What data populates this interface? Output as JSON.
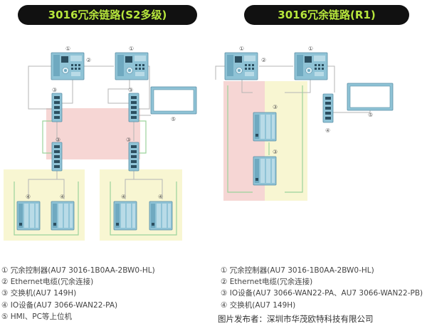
{
  "titles": {
    "left": "3016冗余链路(S2多级)",
    "right": "3016冗余链路(R1)"
  },
  "colors": {
    "title_bg": "#111111",
    "title_text": "#b7e63c",
    "device": "#8fc3d6",
    "cable": "#9bd39b",
    "zone_red": "#f6d6d4",
    "zone_yellow": "#f8f6d2"
  },
  "markers": {
    "controller": "①",
    "cable": "②",
    "switch": "③",
    "io": "④",
    "hmi": "⑤"
  },
  "legend_left": [
    "① 冗余控制器(AU7 3016-1B0AA-2BW0-HL)",
    "② Ethernet电缆(冗余连接)",
    "③ 交换机(AU7 149H)",
    "④ IO设备(AU7 3066-WAN22-PA)",
    "⑤ HMI、PC等上位机"
  ],
  "legend_right": [
    "① 冗余控制器(AU7 3016-1B0AA-2BW0-HL)",
    "② Ethernet电缆(冗余连接)",
    "③ IO设备(AU7 3066-WAN22-PA、AU7 3066-WAN22-PB)",
    "④ 交换机(AU7 149H)"
  ],
  "watermark": "图片发布者：深圳市华茂欧特科技有限公司",
  "icons": [
    "controller-icon",
    "switch-icon",
    "io-module-icon",
    "hmi-monitor-icon"
  ]
}
